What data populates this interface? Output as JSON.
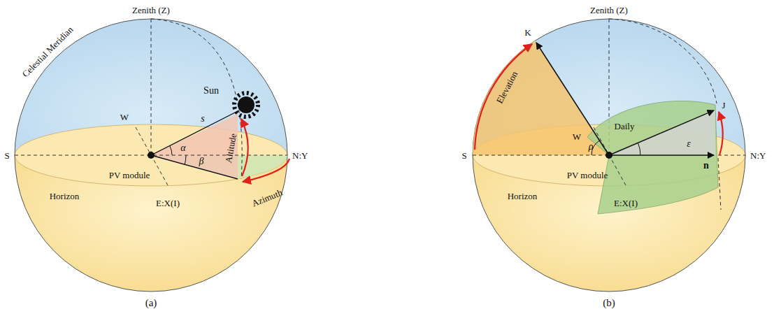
{
  "diagram": {
    "labels": [
      "Zenith (Z)",
      "Celestial Meridian",
      "W",
      "Sun",
      "s",
      "Altitude",
      "α",
      "β",
      "N:Y",
      "S",
      "PV module",
      "Azimuth",
      "Horizon",
      "E:X(I)",
      "(a)",
      "Zenith (Z)",
      "K",
      "Elevation",
      "W",
      "J",
      "Daily",
      "ρ",
      "ε",
      "n",
      "S",
      "N:Y",
      "PV module",
      "Horizon",
      "E:X(I)",
      "(b)"
    ]
  }
}
